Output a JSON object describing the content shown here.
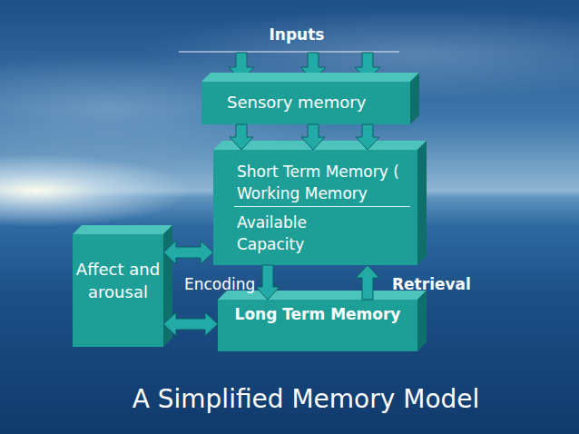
{
  "diagram": {
    "caption": "A Simplified Memory Model",
    "nodes": [
      {
        "text": [
          "Sensory memory"
        ]
      },
      {
        "text": [
          "Short Term Memory ( Working Memory",
          "Available Capacity"
        ]
      },
      {
        "text": [
          "Affect and arousal"
        ]
      },
      {
        "text": [
          "Long Term Memory"
        ]
      }
    ],
    "edges": [
      {
        "from": 0,
        "to": 1,
        "arrow": "to"
      },
      {
        "from": 0,
        "to": 1,
        "arrow": "to"
      },
      {
        "from": 0,
        "to": 1,
        "arrow": "to"
      },
      {
        "from": 1,
        "to": 3,
        "label": "Encoding",
        "arrow": "to"
      },
      {
        "from": 3,
        "to": 1,
        "label": "Retrieval",
        "arrow": "to"
      },
      {
        "from": 2,
        "to": 1,
        "arrow": "both"
      },
      {
        "from": 2,
        "to": 3,
        "arrow": "both"
      }
    ],
    "labels": [
      "Inputs"
    ]
  }
}
